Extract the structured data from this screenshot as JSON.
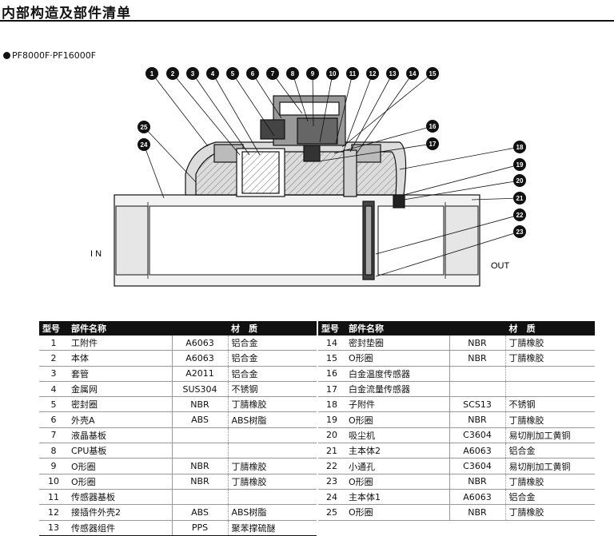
{
  "page": {
    "title": "内部构造及部件清单",
    "model": "PF8000F·PF16000F"
  },
  "diagram": {
    "callouts": [
      "1",
      "2",
      "3",
      "4",
      "5",
      "6",
      "7",
      "8",
      "9",
      "10",
      "11",
      "12",
      "13",
      "14",
      "15",
      "16",
      "17",
      "18",
      "19",
      "20",
      "21",
      "22",
      "23",
      "24",
      "25"
    ],
    "in_label": "I N",
    "out_label": "OUT"
  },
  "table_headers": {
    "no": "型号",
    "name": "部件名称",
    "material": "材　质"
  },
  "parts_left": [
    {
      "no": "1",
      "name": "工附件",
      "code": "A6063",
      "mat": "铝合金"
    },
    {
      "no": "2",
      "name": "本体",
      "code": "A6063",
      "mat": "铝合金"
    },
    {
      "no": "3",
      "name": "套管",
      "code": "A2011",
      "mat": "铝合金"
    },
    {
      "no": "4",
      "name": "金属网",
      "code": "SUS304",
      "mat": "不锈钢"
    },
    {
      "no": "5",
      "name": "密封圈",
      "code": "NBR",
      "mat": "丁腈橡胶"
    },
    {
      "no": "6",
      "name": "外壳A",
      "code": "ABS",
      "mat": "ABS树脂"
    },
    {
      "no": "7",
      "name": "液晶基板",
      "code": "",
      "mat": ""
    },
    {
      "no": "8",
      "name": "CPU基板",
      "code": "",
      "mat": ""
    },
    {
      "no": "9",
      "name": "O形圈",
      "code": "NBR",
      "mat": "丁腈橡胶"
    },
    {
      "no": "10",
      "name": "O形圈",
      "code": "NBR",
      "mat": "丁腈橡胶"
    },
    {
      "no": "11",
      "name": "传感器基板",
      "code": "",
      "mat": ""
    },
    {
      "no": "12",
      "name": "接插件外壳2",
      "code": "ABS",
      "mat": "ABS树脂"
    },
    {
      "no": "13",
      "name": "传感器组件",
      "code": "PPS",
      "mat": "聚苯撑硫醚"
    }
  ],
  "parts_right": [
    {
      "no": "14",
      "name": "密封垫圈",
      "code": "NBR",
      "mat": "丁腈橡胶"
    },
    {
      "no": "15",
      "name": "O形圈",
      "code": "NBR",
      "mat": "丁腈橡胶"
    },
    {
      "no": "16",
      "name": "白金温度传感器",
      "code": "",
      "mat": ""
    },
    {
      "no": "17",
      "name": "白金流量传感器",
      "code": "",
      "mat": ""
    },
    {
      "no": "18",
      "name": "子附件",
      "code": "SCS13",
      "mat": "不锈钢"
    },
    {
      "no": "19",
      "name": "O形圈",
      "code": "NBR",
      "mat": "丁腈橡胶"
    },
    {
      "no": "20",
      "name": "吸尘机",
      "code": "C3604",
      "mat": "易切削加工黄铜"
    },
    {
      "no": "21",
      "name": "主本体2",
      "code": "A6063",
      "mat": "铝合金"
    },
    {
      "no": "22",
      "name": "小通孔",
      "code": "C3604",
      "mat": "易切削加工黄铜"
    },
    {
      "no": "23",
      "name": "O形圈",
      "code": "NBR",
      "mat": "丁腈橡胶"
    },
    {
      "no": "24",
      "name": "主本体1",
      "code": "A6063",
      "mat": "铝合金"
    },
    {
      "no": "25",
      "name": "O形圈",
      "code": "NBR",
      "mat": "丁腈橡胶"
    }
  ]
}
